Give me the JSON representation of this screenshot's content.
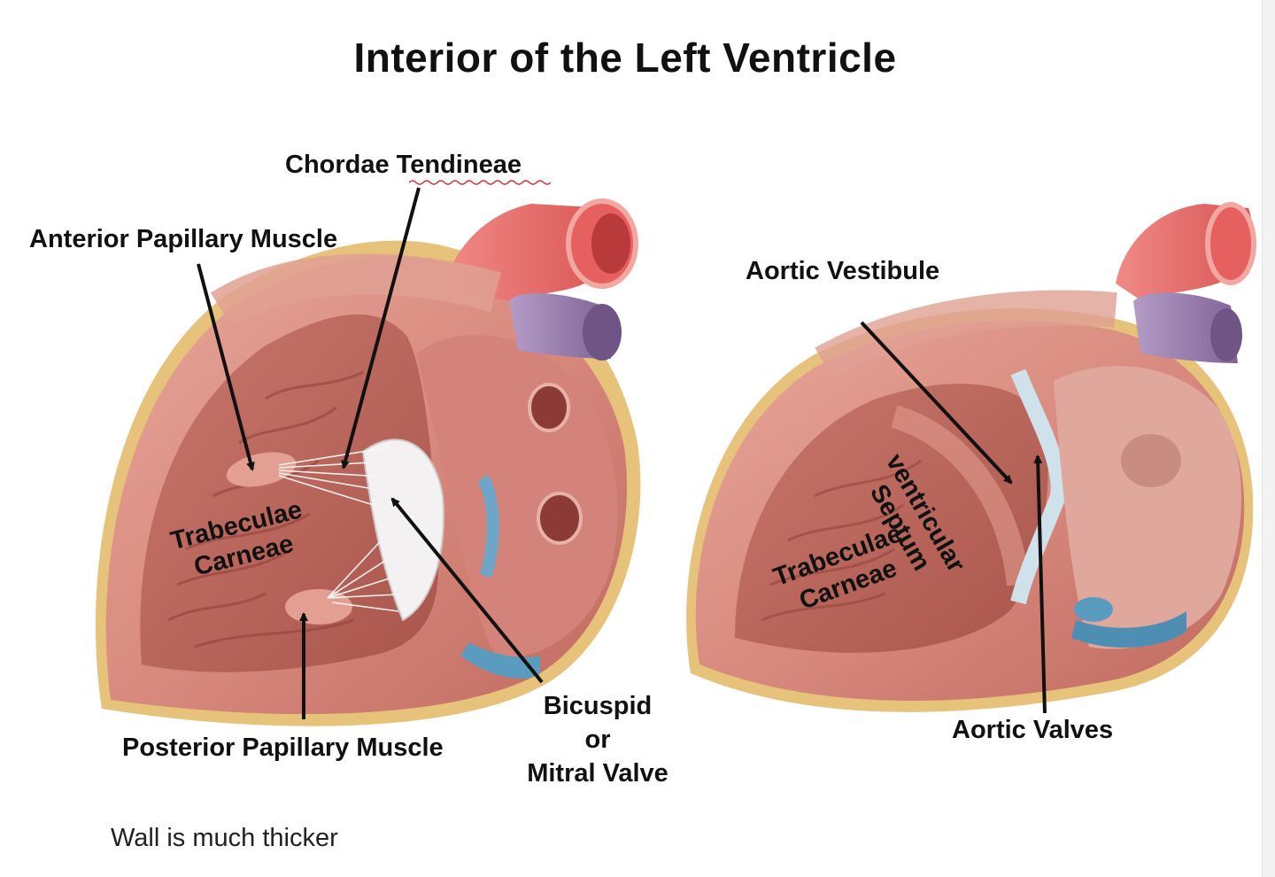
{
  "title": "Interior of the Left Ventricle",
  "labels": {
    "chordae_tendineae": "Chordae Tendineae",
    "anterior_papillary_muscle": "Anterior Papillary Muscle",
    "trabeculae_left_1": "Trabeculae",
    "trabeculae_left_2": "Carneae",
    "posterior_papillary_muscle": "Posterior Papillary Muscle",
    "bicuspid_1": "Bicuspid",
    "bicuspid_2": "or",
    "bicuspid_3": "Mitral Valve",
    "aortic_vestibule": "Aortic Vestibule",
    "septum_1": "ventricular",
    "septum_2": "Septum",
    "trabeculae_right_1": "Trabeculae",
    "trabeculae_right_2": "Carneae",
    "aortic_valves": "Aortic Valves"
  },
  "note": "Wall is much thicker",
  "colors": {
    "muscle": "#d98a7e",
    "muscle_dark": "#b65a50",
    "muscle_light": "#ecb3a6",
    "fat": "#e6c27a",
    "aorta": "#e86b6b",
    "vein": "#9a7fae",
    "vessel_blue": "#5b9bbf",
    "chordae": "#f2f2f2"
  }
}
